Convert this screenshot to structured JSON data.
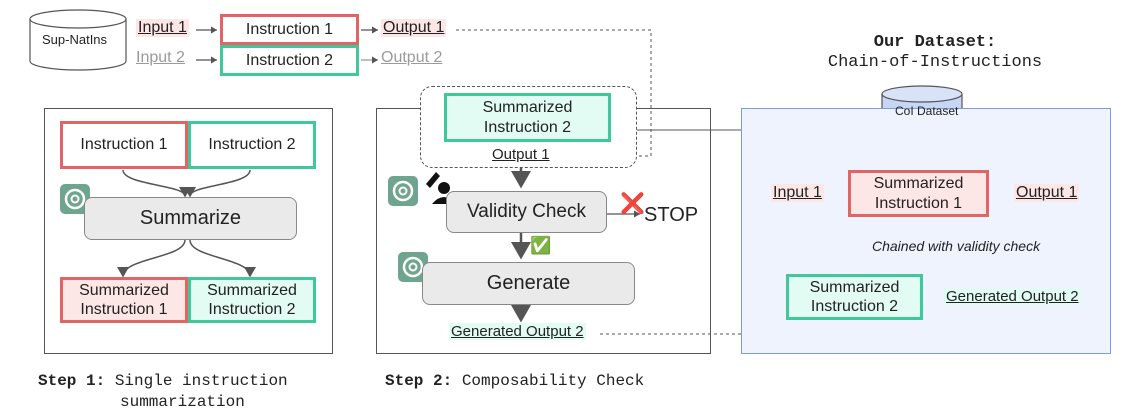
{
  "source": {
    "db_label_main": "Sup-NatIns",
    "input1": "Input 1",
    "input2": "Input 2",
    "instr1": "Instruction 1",
    "instr2": "Instruction 2",
    "output1": "Output 1",
    "output2": "Output 2"
  },
  "step1": {
    "instr1": "Instruction 1",
    "instr2": "Instruction 2",
    "summarize": "Summarize",
    "sum1": "Summarized Instruction 1",
    "sum2": "Summarized Instruction 2",
    "caption_bold": "Step 1:",
    "caption_text": "Single instruction",
    "caption_text2": "summarization"
  },
  "step2": {
    "sum2": "Summarized Instruction 2",
    "output1": "Output 1",
    "validity": "Validity Check",
    "stop": "STOP",
    "generate": "Generate",
    "gen_output": "Generated Output 2",
    "caption_bold": "Step 2:",
    "caption_text": "Composability Check",
    "cross_icon": "❌",
    "check_icon": "✅"
  },
  "dataset": {
    "title": "Our Dataset:",
    "subtitle": "Chain-of-Instructions",
    "db_label": "CoI Dataset",
    "input1": "Input 1",
    "sum1": "Summarized Instruction 1",
    "output1": "Output 1",
    "chain_label": "Chained with validity check",
    "sum2": "Summarized Instruction 2",
    "gen_output": "Generated Output 2"
  },
  "colors": {
    "red": "#e06666",
    "green": "#3fc99a",
    "panel_blue": "#eef3fd"
  }
}
